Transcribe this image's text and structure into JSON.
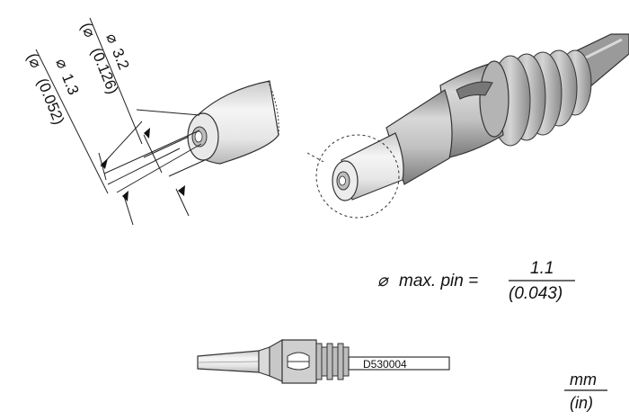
{
  "dimensions": {
    "outer_mm": "3.2",
    "outer_in": "(0.126)",
    "inner_mm": "1.3",
    "inner_in": "(0.052)"
  },
  "max_pin": {
    "label": "max. pin =",
    "value_mm": "1.1",
    "value_in": "(0.043)"
  },
  "part_number": "D530004",
  "units": {
    "mm": "mm",
    "in": "(in)"
  }
}
